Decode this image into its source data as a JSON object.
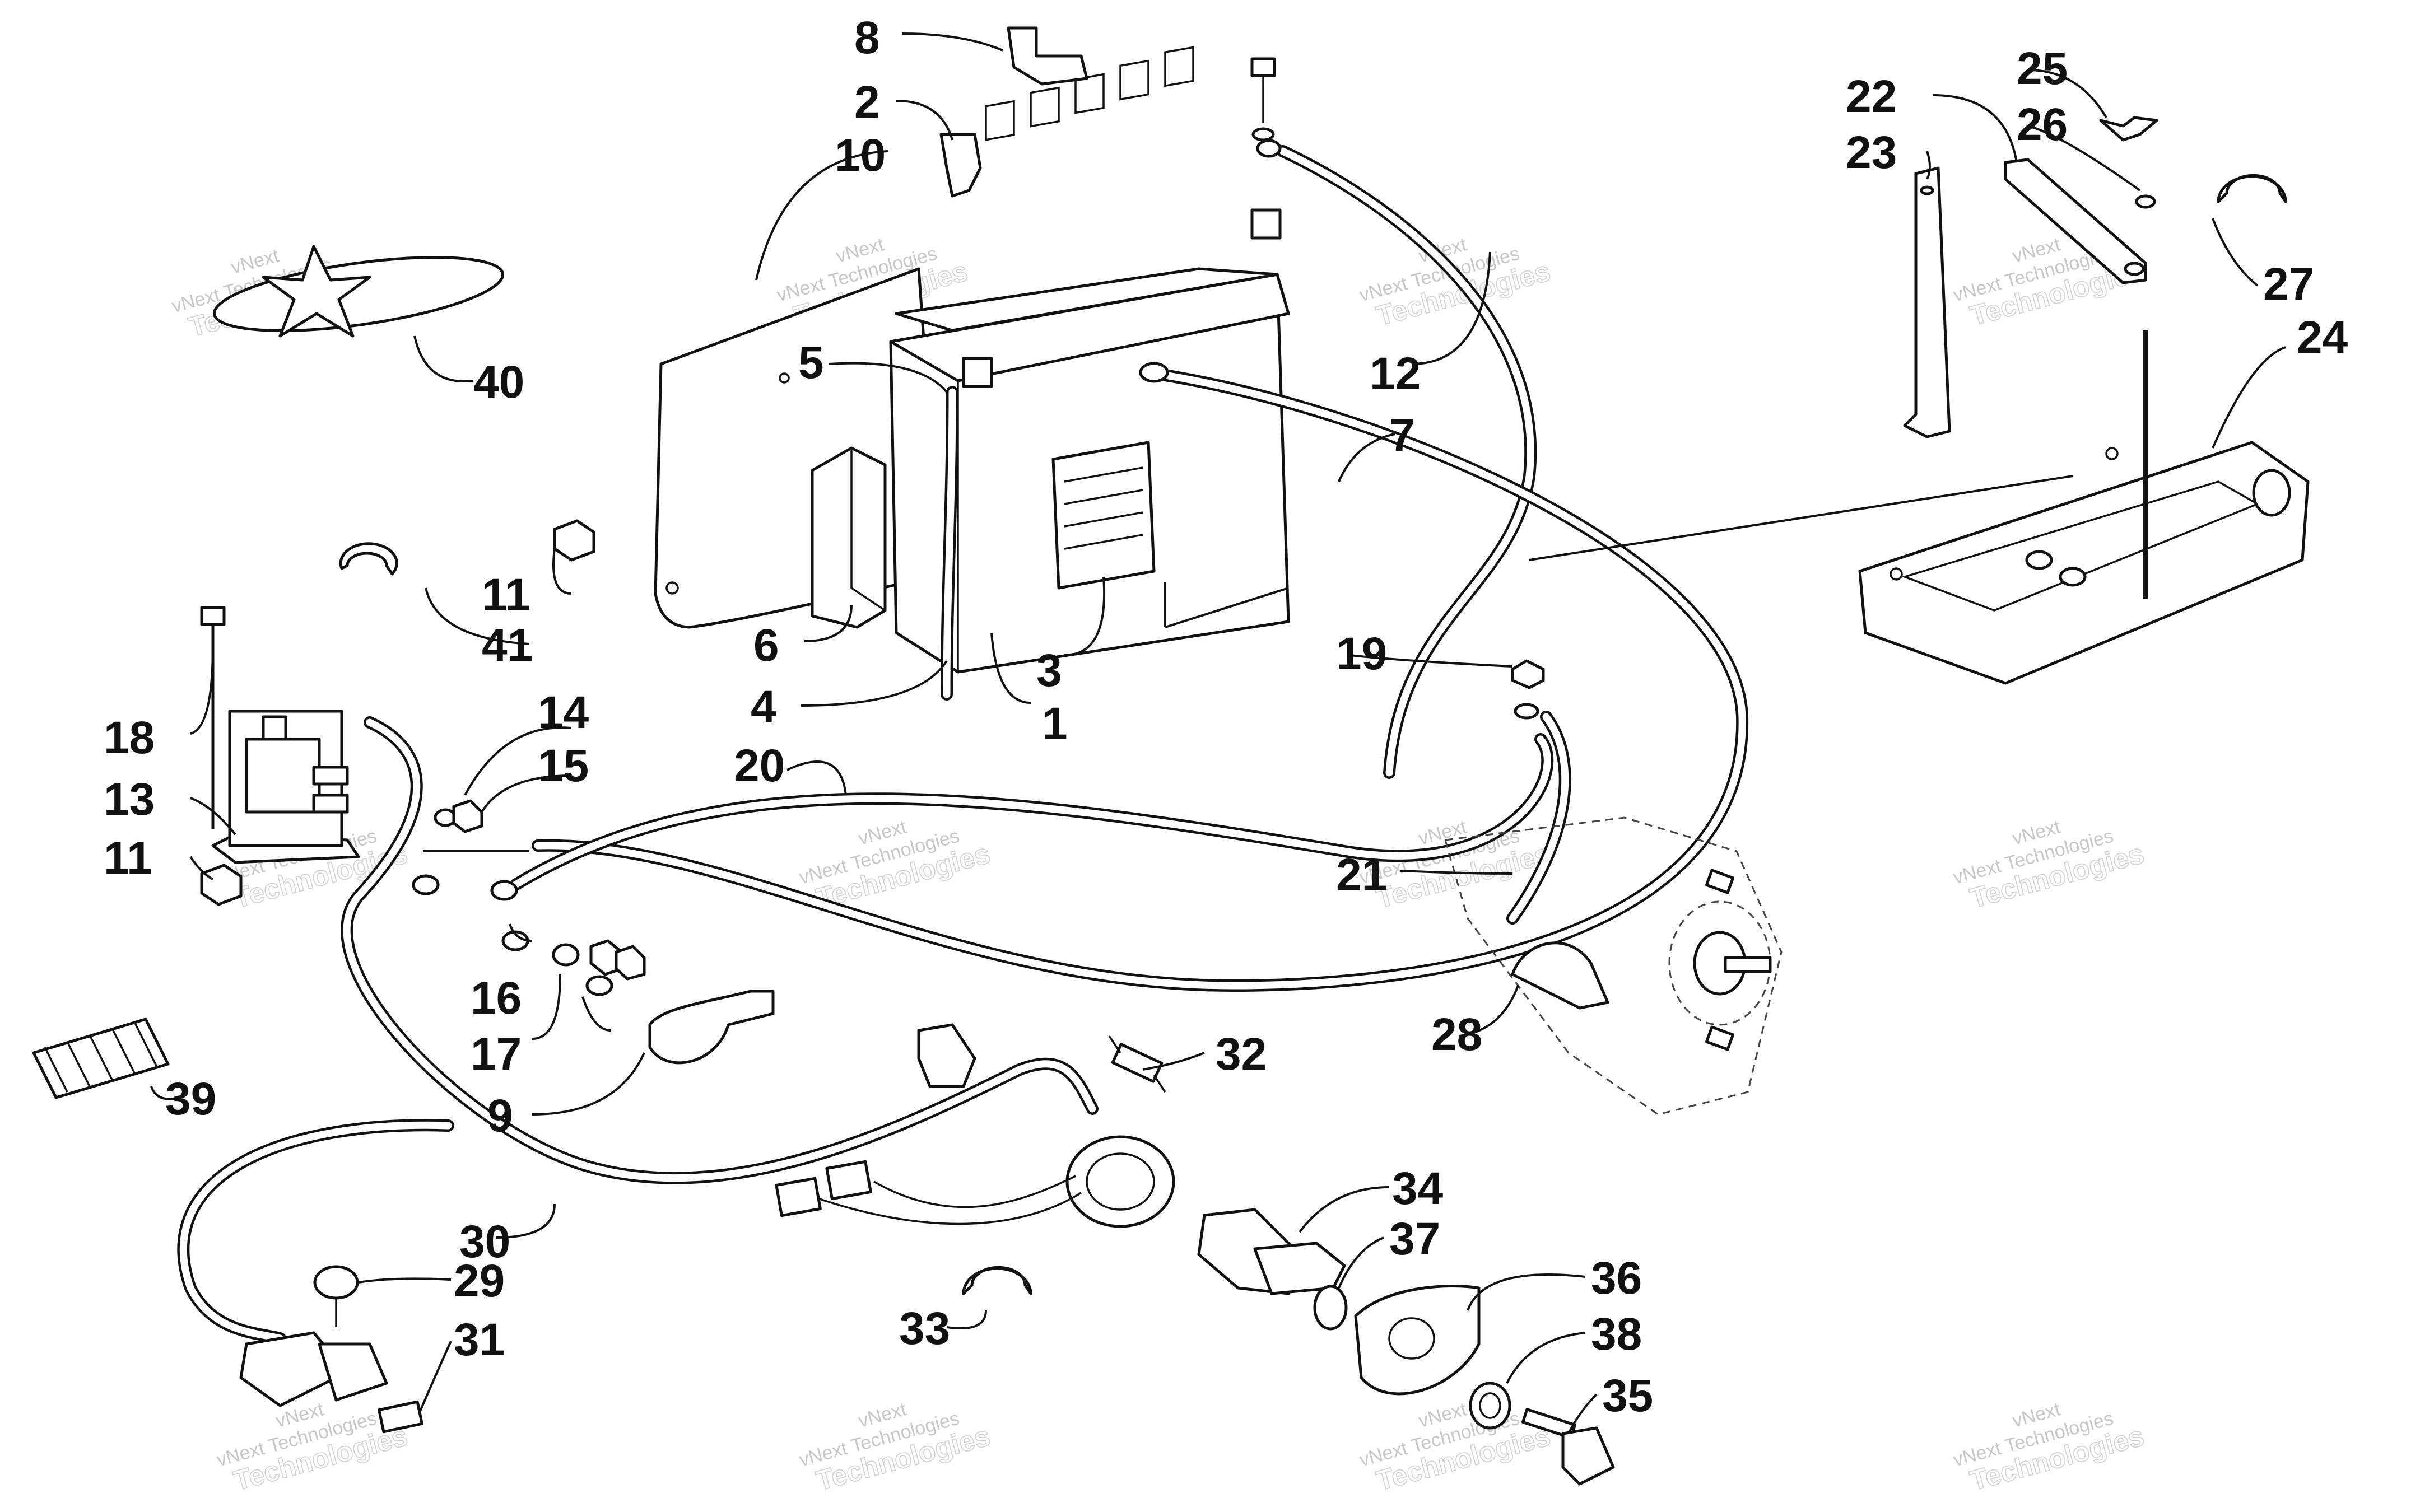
{
  "watermark": {
    "line1": "vNext Technologies",
    "line2": "vNext",
    "line3": "Technologies"
  },
  "callouts": [
    "1",
    "2",
    "3",
    "4",
    "5",
    "6",
    "7",
    "8",
    "9",
    "10",
    "11",
    "11",
    "12",
    "13",
    "14",
    "15",
    "16",
    "17",
    "18",
    "19",
    "20",
    "21",
    "22",
    "23",
    "24",
    "25",
    "26",
    "27",
    "28",
    "29",
    "30",
    "31",
    "32",
    "33",
    "34",
    "35",
    "36",
    "37",
    "38",
    "39",
    "40",
    "41"
  ]
}
